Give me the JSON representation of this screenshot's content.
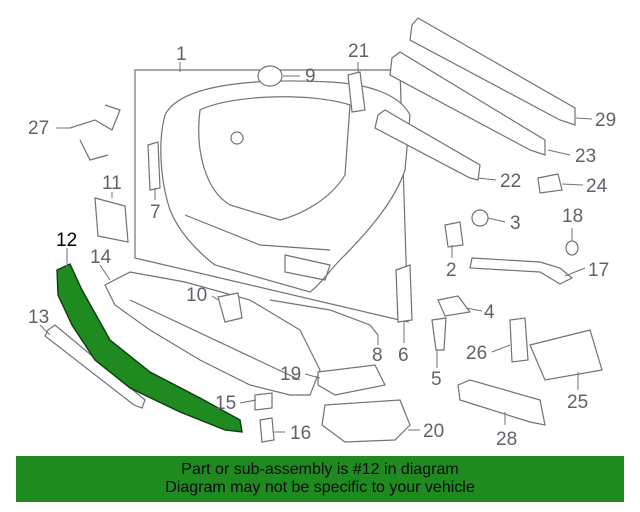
{
  "callouts": {
    "c1": "1",
    "c2": "2",
    "c3": "3",
    "c4": "4",
    "c5": "5",
    "c6": "6",
    "c7": "7",
    "c8": "8",
    "c9": "9",
    "c10": "10",
    "c11": "11",
    "c12": "12",
    "c13": "13",
    "c14": "14",
    "c15": "15",
    "c16": "16",
    "c17": "17",
    "c18": "18",
    "c19": "19",
    "c20": "20",
    "c21": "21",
    "c22": "22",
    "c23": "23",
    "c24": "24",
    "c25": "25",
    "c26": "26",
    "c27": "27",
    "c28": "28",
    "c29": "29"
  },
  "highlight": {
    "part_number": "12",
    "color": "#1f8a1f"
  },
  "banner": {
    "line1": "Part or sub-assembly is #12 in diagram",
    "line2": "Diagram may not be specific to your vehicle"
  }
}
